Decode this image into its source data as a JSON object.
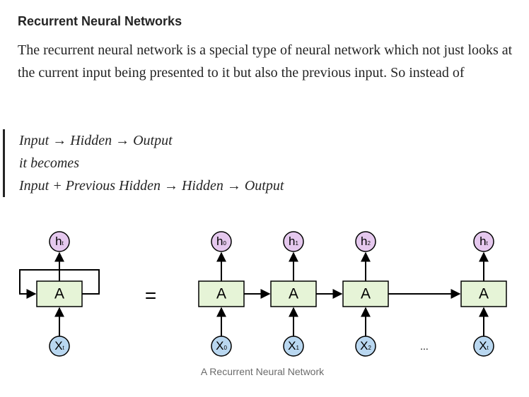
{
  "section": {
    "heading": "Recurrent Neural Networks",
    "paragraph": "The recurrent neural network is a special type of neural network which not just looks at the current input being presented to it but also the previous input. So instead of"
  },
  "quote": {
    "line1": "Input → Hidden → Output",
    "line2": "it becomes",
    "line3": "Input + Previous Hidden → Hidden → Output"
  },
  "figure": {
    "folded": {
      "cell_label": "A",
      "output_label": "ht",
      "input_label": "Xt"
    },
    "equals": "=",
    "unrolled": [
      {
        "cell_label": "A",
        "output_label": "h0",
        "input_label": "X0"
      },
      {
        "cell_label": "A",
        "output_label": "h1",
        "input_label": "X1"
      },
      {
        "cell_label": "A",
        "output_label": "h2",
        "input_label": "X2"
      },
      {
        "cell_label": "A",
        "output_label": "ht",
        "input_label": "Xt"
      }
    ],
    "ellipsis": "...",
    "caption": "A Recurrent Neural Network",
    "colors": {
      "cell_fill": "#e6f4d7",
      "output_fill": "#e5c8ee",
      "input_fill": "#b9d7f0",
      "stroke": "#000000"
    }
  }
}
